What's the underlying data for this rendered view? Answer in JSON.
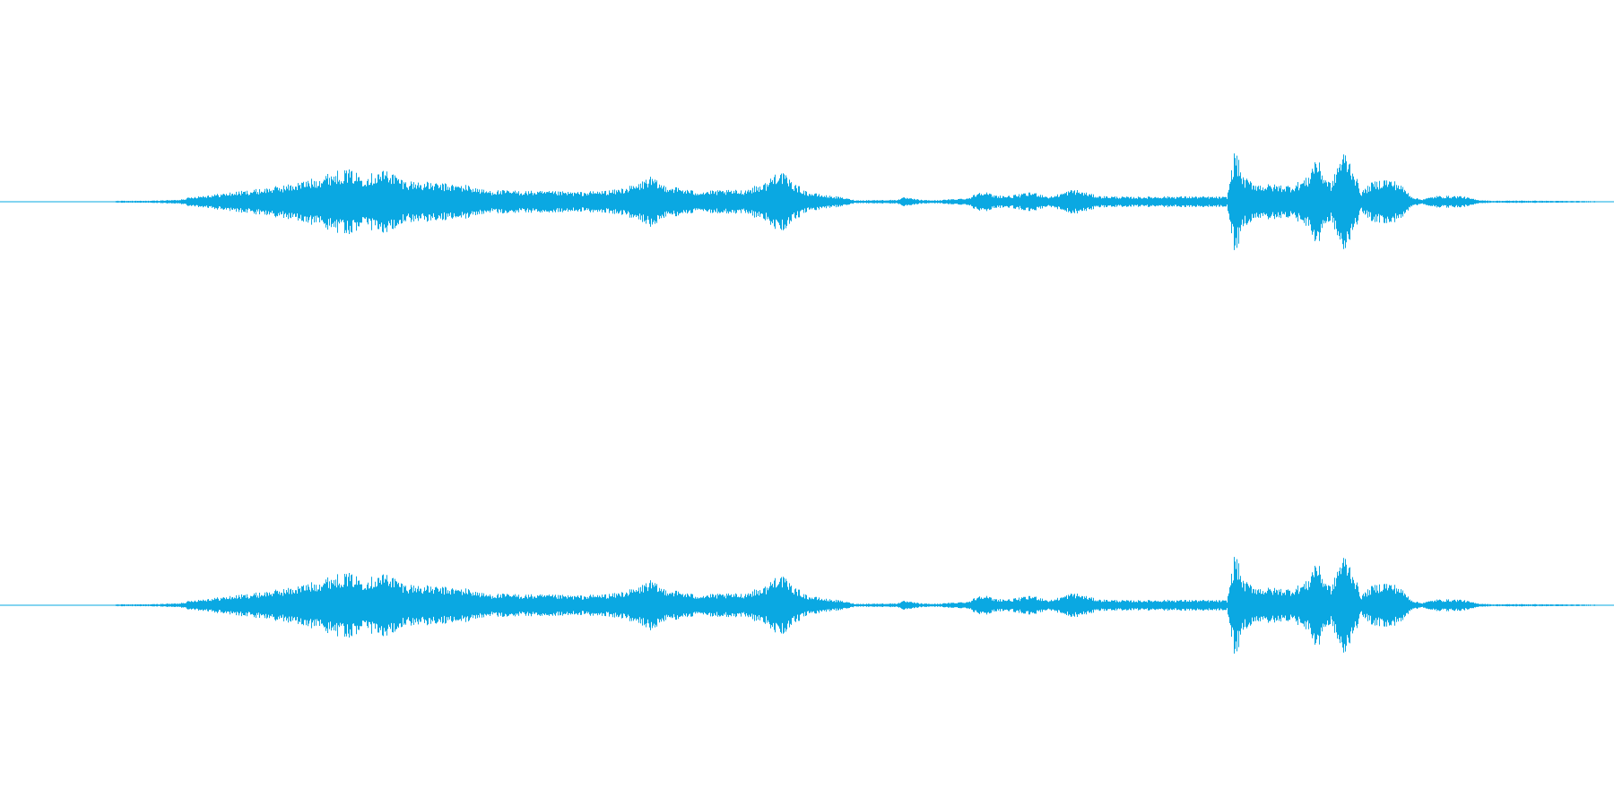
{
  "waveform": {
    "color": "#0aa8e2",
    "background": "#ffffff",
    "channel_count": 2,
    "envelope": [
      [
        0.0,
        0.0
      ],
      [
        0.07,
        0.0
      ],
      [
        0.072,
        0.01
      ],
      [
        0.09,
        0.01
      ],
      [
        0.1,
        0.015
      ],
      [
        0.11,
        0.02
      ],
      [
        0.12,
        0.055
      ],
      [
        0.14,
        0.09
      ],
      [
        0.16,
        0.13
      ],
      [
        0.18,
        0.18
      ],
      [
        0.195,
        0.24
      ],
      [
        0.205,
        0.3
      ],
      [
        0.215,
        0.33
      ],
      [
        0.225,
        0.27
      ],
      [
        0.24,
        0.33
      ],
      [
        0.25,
        0.22
      ],
      [
        0.27,
        0.19
      ],
      [
        0.29,
        0.17
      ],
      [
        0.3,
        0.12
      ],
      [
        0.33,
        0.11
      ],
      [
        0.36,
        0.1
      ],
      [
        0.38,
        0.12
      ],
      [
        0.395,
        0.18
      ],
      [
        0.402,
        0.26
      ],
      [
        0.41,
        0.18
      ],
      [
        0.43,
        0.11
      ],
      [
        0.46,
        0.12
      ],
      [
        0.475,
        0.2
      ],
      [
        0.482,
        0.34
      ],
      [
        0.49,
        0.21
      ],
      [
        0.5,
        0.1
      ],
      [
        0.51,
        0.07
      ],
      [
        0.52,
        0.05
      ],
      [
        0.526,
        0.03
      ],
      [
        0.53,
        0.015
      ],
      [
        0.555,
        0.02
      ],
      [
        0.56,
        0.045
      ],
      [
        0.57,
        0.02
      ],
      [
        0.58,
        0.015
      ],
      [
        0.6,
        0.04
      ],
      [
        0.608,
        0.12
      ],
      [
        0.615,
        0.07
      ],
      [
        0.625,
        0.06
      ],
      [
        0.64,
        0.1
      ],
      [
        0.65,
        0.05
      ],
      [
        0.665,
        0.13
      ],
      [
        0.68,
        0.06
      ],
      [
        0.7,
        0.05
      ],
      [
        0.72,
        0.055
      ],
      [
        0.74,
        0.055
      ],
      [
        0.76,
        0.05
      ],
      [
        0.765,
        0.55
      ],
      [
        0.77,
        0.25
      ],
      [
        0.78,
        0.18
      ],
      [
        0.8,
        0.17
      ],
      [
        0.81,
        0.25
      ],
      [
        0.815,
        0.48
      ],
      [
        0.82,
        0.28
      ],
      [
        0.825,
        0.18
      ],
      [
        0.829,
        0.42
      ],
      [
        0.833,
        0.52
      ],
      [
        0.838,
        0.36
      ],
      [
        0.843,
        0.1
      ],
      [
        0.85,
        0.2
      ],
      [
        0.858,
        0.24
      ],
      [
        0.866,
        0.2
      ],
      [
        0.875,
        0.05
      ],
      [
        0.88,
        0.025
      ],
      [
        0.89,
        0.06
      ],
      [
        0.905,
        0.06
      ],
      [
        0.915,
        0.02
      ],
      [
        0.925,
        0.01
      ],
      [
        0.94,
        0.012
      ],
      [
        0.96,
        0.01
      ],
      [
        0.98,
        0.008
      ],
      [
        0.99,
        0.006
      ],
      [
        1.0,
        0.0
      ]
    ]
  }
}
